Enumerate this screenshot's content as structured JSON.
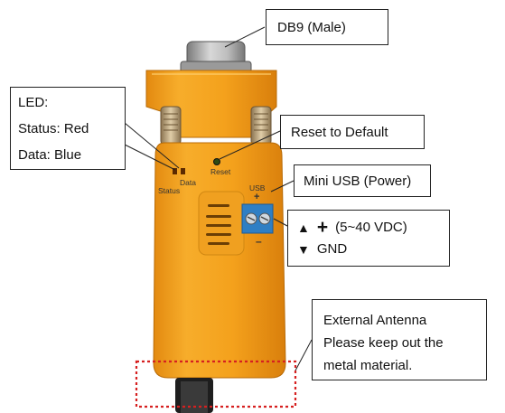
{
  "callouts": {
    "db9": "DB9 (Male)",
    "led": {
      "title": "LED:",
      "status": "Status: Red",
      "data": "Data: Blue"
    },
    "reset": "Reset to Default",
    "usb": "Mini USB (Power)",
    "power": {
      "up_symbol": "▲",
      "plus": "+",
      "voltage": "(5~40 VDC)",
      "down_symbol": "▼",
      "gnd": "GND"
    },
    "antenna": {
      "line1": "External Antenna",
      "line2": "Please keep out the",
      "line3": "metal material."
    }
  },
  "device_labels": {
    "reset": "Reset",
    "data": "Data",
    "status": "Status",
    "usb": "USB",
    "plus": "+",
    "minus": "–"
  },
  "colors": {
    "housing": "#f4a11c",
    "connector": "#b8b8b8",
    "terminal_block": "#2f7fc4",
    "dashed_box": "#d62020"
  }
}
